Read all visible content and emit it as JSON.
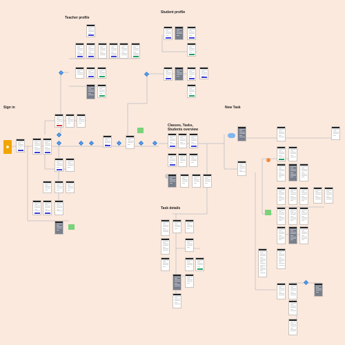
{
  "sections": {
    "teacher_profile": "Teacher profile",
    "student_profile": "Student profile",
    "sign_in": "Sign in",
    "new_task": "New Task",
    "classes_overview": "Classes, Tasks,\nStudents overview",
    "task_details": "Task details"
  },
  "colors": {
    "background": "#fbe9dd",
    "decision_diamond": "#5aa0f2",
    "primary_button": "#3b3bd6",
    "success_button": "#1e9e5c",
    "start_block": "#f0a500",
    "sticky_note": "#7ad27a"
  },
  "node_types": [
    "screen",
    "decision-diamond",
    "sticky-note",
    "start-block"
  ]
}
